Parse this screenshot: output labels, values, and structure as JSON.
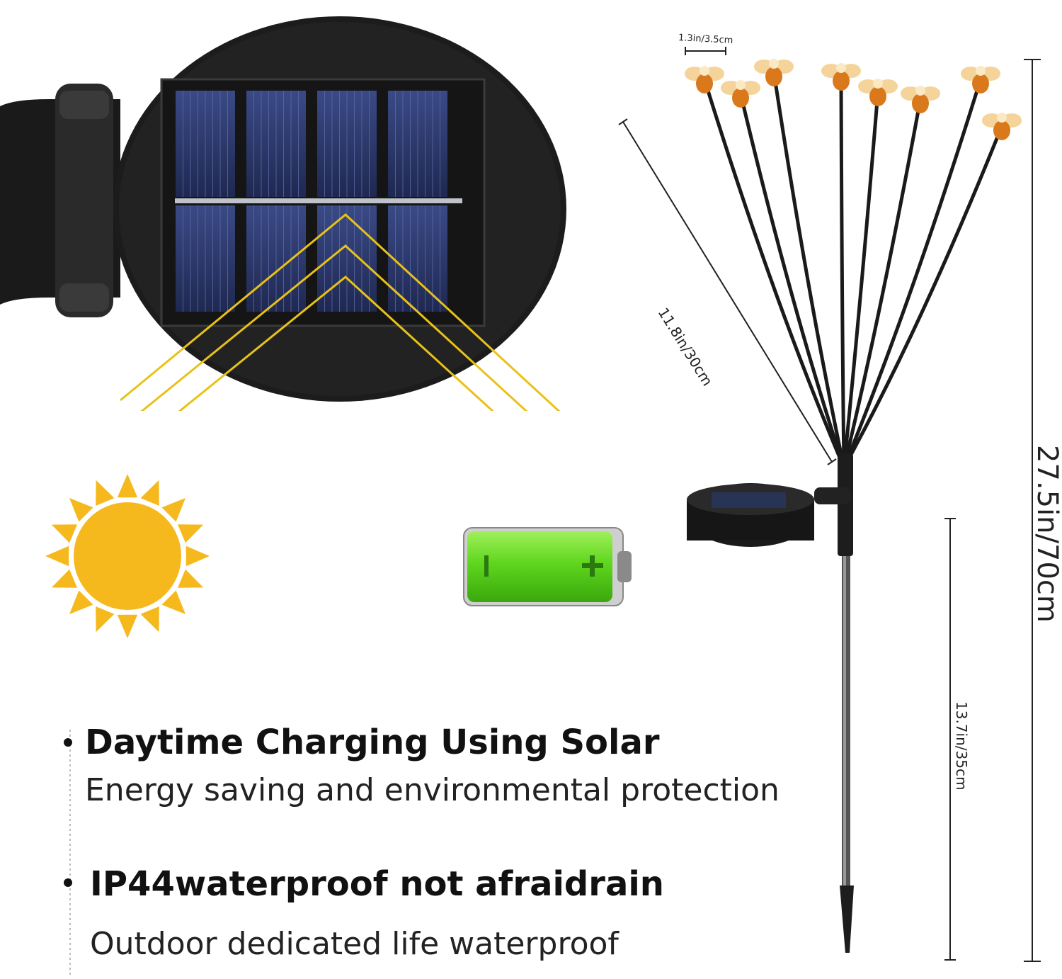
{
  "features": [
    {
      "title": "Daytime Charging Using Solar",
      "description": "Energy saving and environmental protection"
    },
    {
      "title": "IP44waterproof not afraidrain",
      "description": "Outdoor dedicated life waterproof"
    }
  ],
  "dimensions": {
    "bulb_width": "1.3in/3.5cm",
    "branch_length": "11.8in/30cm",
    "total_height": "27.5in/70cm",
    "stake_length": "13.7in/35cm"
  },
  "colors": {
    "sun": "#f5b91d",
    "arrow": "#e8c21a",
    "battery": "#5fd61e",
    "panel_frame": "#1e1e1e",
    "cell": "#2e3a6e",
    "bee": "#d9791c"
  },
  "icons": [
    "sun-icon",
    "battery-icon",
    "solar-panel-illustration",
    "firefly-light-illustration"
  ]
}
